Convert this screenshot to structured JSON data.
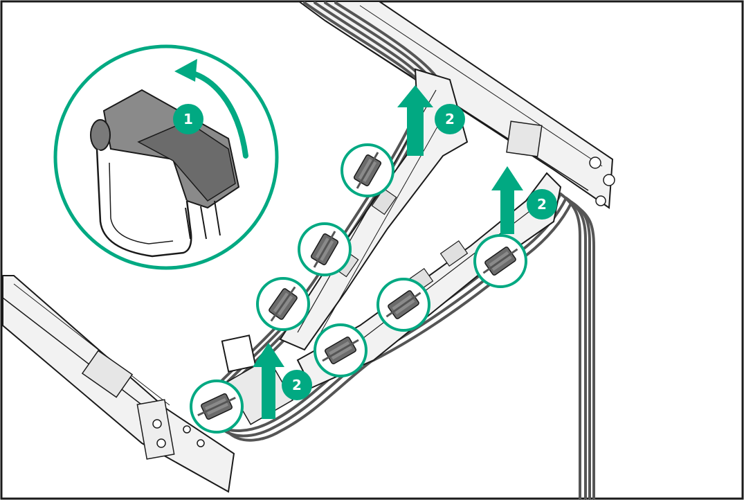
{
  "figure": {
    "callouts": [
      {
        "id": "step-1",
        "label": "1"
      },
      {
        "id": "step-2-top",
        "label": "2"
      },
      {
        "id": "step-2-right",
        "label": "2"
      },
      {
        "id": "step-2-bottom",
        "label": "2"
      }
    ]
  },
  "colors": {
    "accent": "#01a982",
    "frame": "#1a1a1a",
    "rail_fill": "#f2f2f2",
    "rail_stroke": "#1a1a1a",
    "cable": "#555555",
    "clip": "#6b6b6b"
  }
}
